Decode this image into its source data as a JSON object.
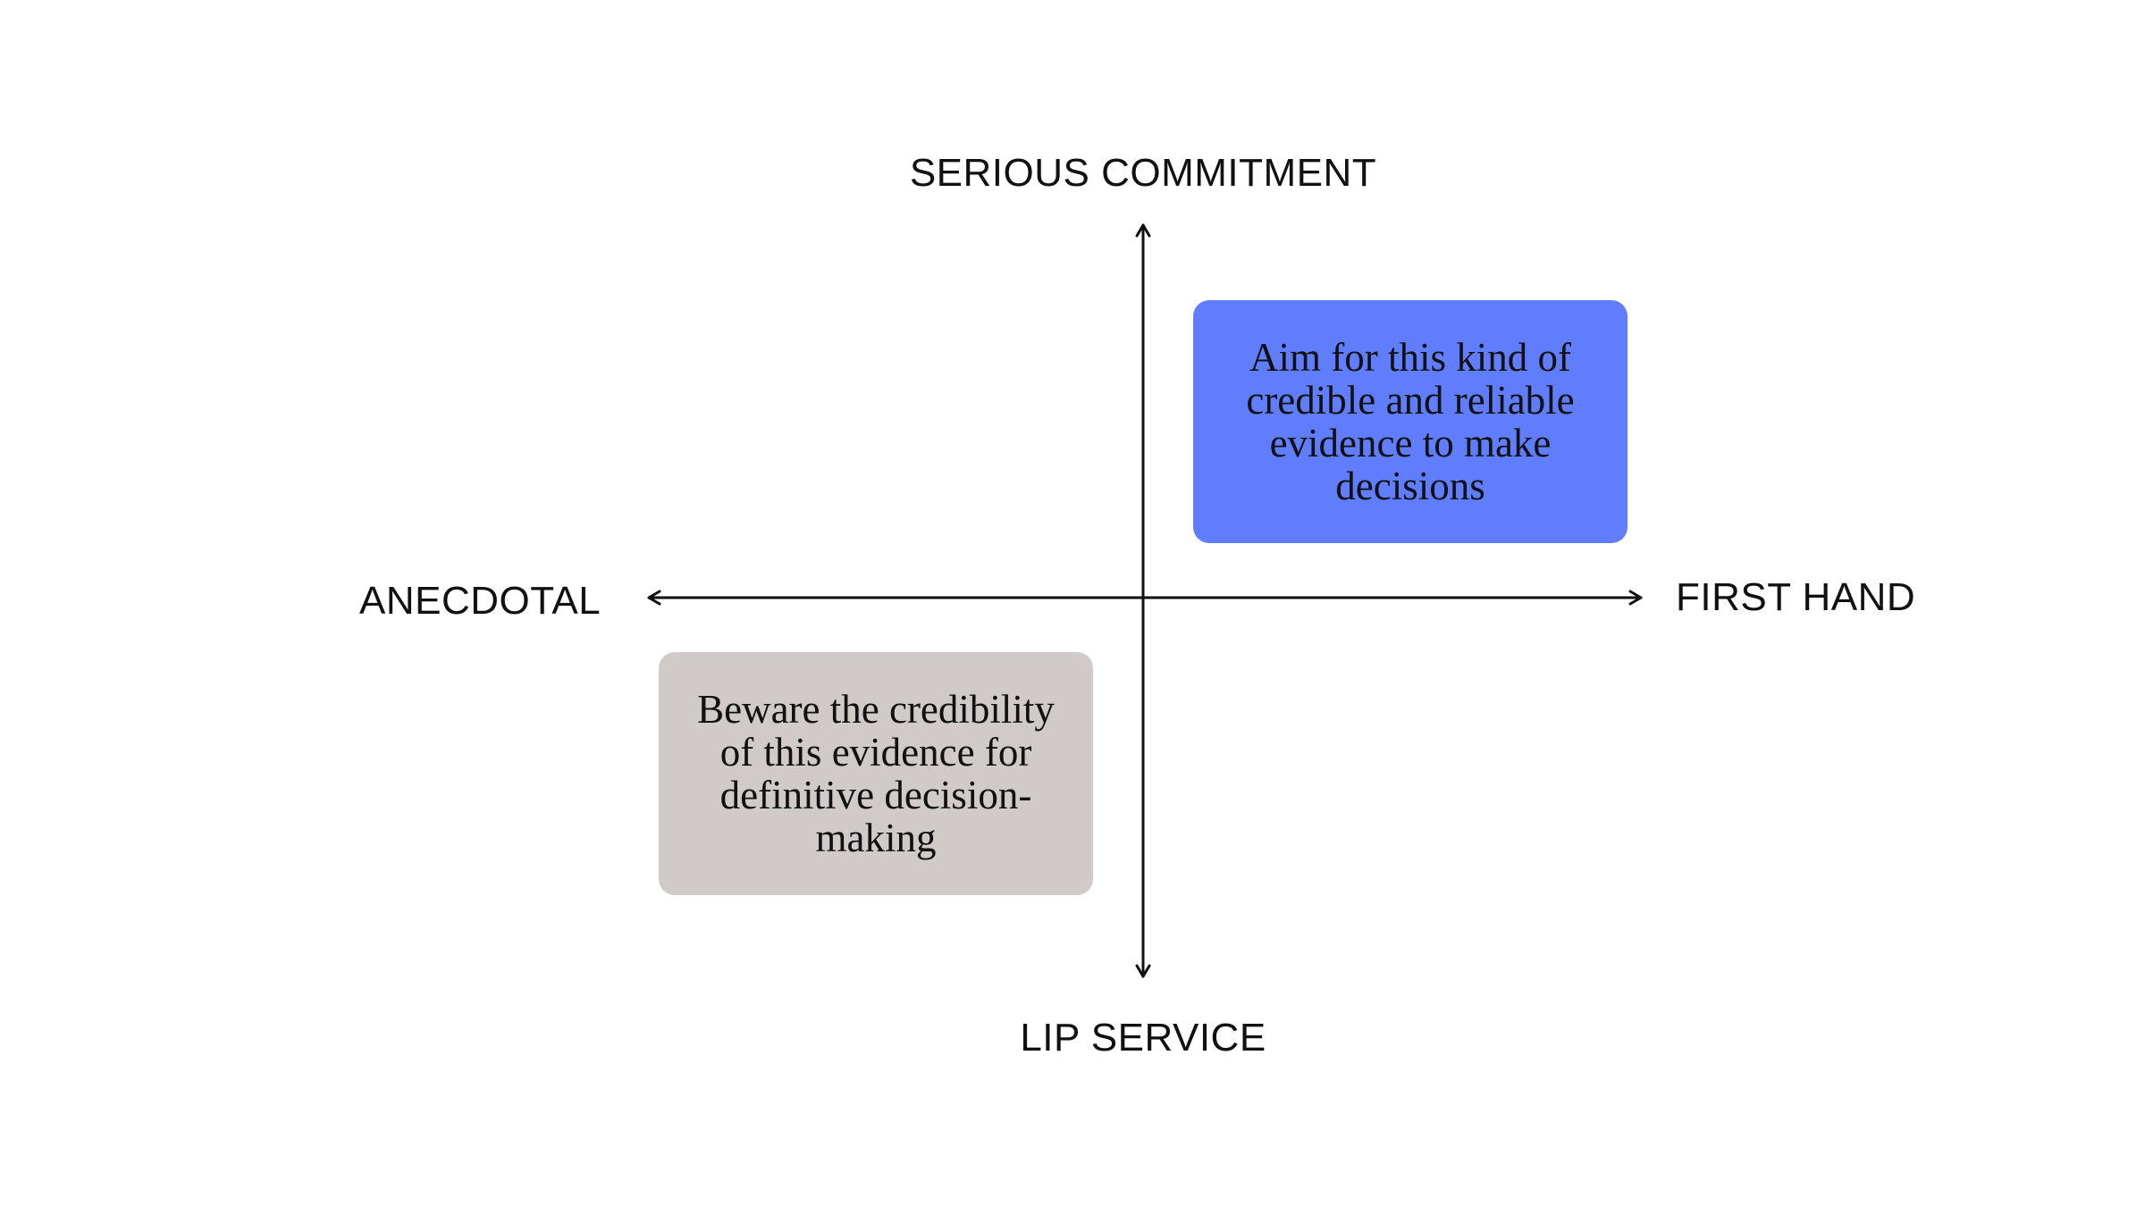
{
  "colors": {
    "background": "#ffffff",
    "axis": "#111111",
    "box_blue": "#607dfd",
    "box_grey": "#d0cac8",
    "text": "#111111"
  },
  "axes": {
    "top_label": "SERIOUS COMMITMENT",
    "bottom_label": "LIP SERVICE",
    "left_label": "ANECDOTAL",
    "right_label": "FIRST HAND"
  },
  "quadrants": {
    "top_right": {
      "text": "Aim for this kind of credible and reliable evidence to make decisions"
    },
    "bottom_left": {
      "text": "Beware the credibility of this evidence for definitive decision-making"
    }
  }
}
